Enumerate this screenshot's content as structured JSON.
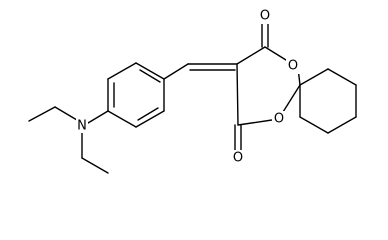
{
  "molecule": {
    "atoms": {
      "nitrogen": "N",
      "oxygen_carbonyl_top": "O",
      "oxygen_carbonyl_bottom": "O",
      "oxygen_ring_top": "O",
      "oxygen_ring_bottom": "O"
    },
    "colors": {
      "bond": "#000000",
      "label": "#000000",
      "background": "#ffffff"
    }
  }
}
